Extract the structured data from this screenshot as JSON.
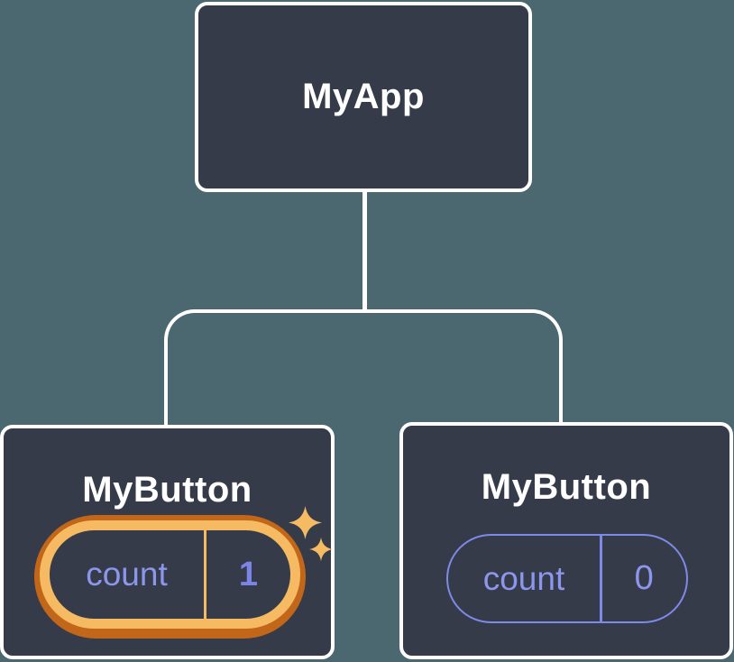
{
  "diagram": {
    "root": {
      "label": "MyApp"
    },
    "children": [
      {
        "label": "MyButton",
        "state": {
          "key": "count",
          "value": "1"
        },
        "highlighted": true
      },
      {
        "label": "MyButton",
        "state": {
          "key": "count",
          "value": "0"
        },
        "highlighted": false
      }
    ]
  },
  "colors": {
    "background": "#4B6770",
    "node_fill": "#353B48",
    "node_border": "#FFFFFF",
    "label_text": "#FFFFFF",
    "state_key_text": "#8C96EC",
    "state_value_highlight_text": "#7B85E8",
    "pill_outline": "#7E89E8",
    "highlight_gold": "#F6BA62",
    "highlight_orange": "#C2661A"
  },
  "icons": {
    "sparkle_large": "sparkle-icon",
    "sparkle_small": "sparkle-icon"
  }
}
